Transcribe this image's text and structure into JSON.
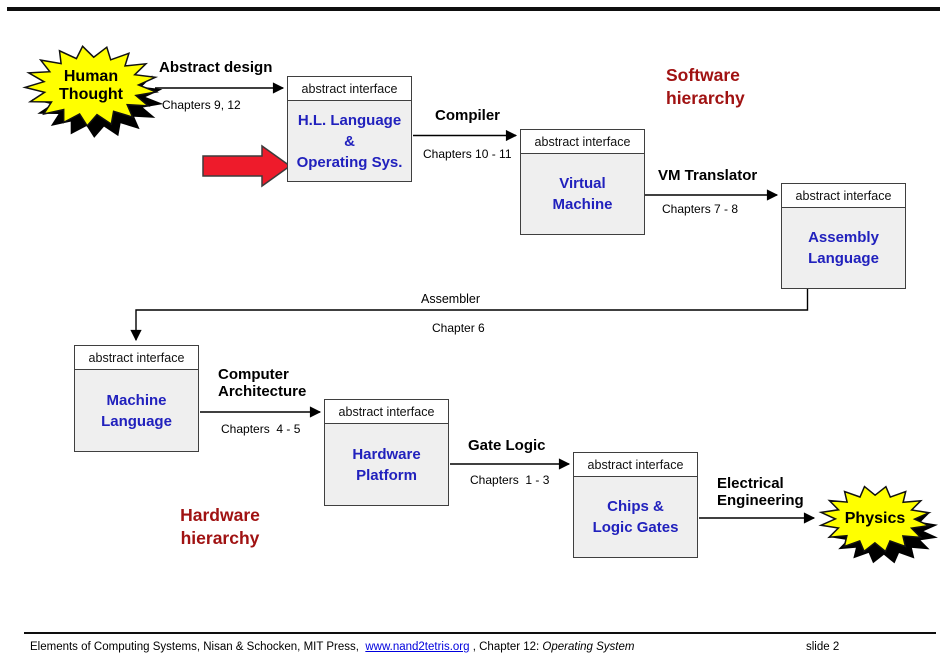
{
  "stars": {
    "human_thought": {
      "label": "Human\nThought"
    },
    "physics": {
      "label": "Physics"
    }
  },
  "hierarchy_labels": {
    "software": "Software\nhierarchy",
    "hardware": "Hardware\nhierarchy"
  },
  "boxes": [
    {
      "header": "abstract interface",
      "title": "H.L. Language\n&\nOperating Sys."
    },
    {
      "header": "abstract interface",
      "title": "Virtual\nMachine"
    },
    {
      "header": "abstract interface",
      "title": "Assembly\nLanguage"
    },
    {
      "header": "abstract interface",
      "title": "Machine\nLanguage"
    },
    {
      "header": "abstract interface",
      "title": "Hardware\nPlatform"
    },
    {
      "header": "abstract interface",
      "title": "Chips &\nLogic Gates"
    }
  ],
  "transitions": [
    {
      "label": "Abstract design",
      "chapters": "Chapters 9, 12"
    },
    {
      "label": "Compiler",
      "chapters": "Chapters 10 - 11"
    },
    {
      "label": "VM Translator",
      "chapters": "Chapters 7 - 8"
    },
    {
      "label": "Assembler",
      "chapters": "Chapter 6"
    },
    {
      "label": "Computer\nArchitecture",
      "chapters": "Chapters  4 - 5"
    },
    {
      "label": "Gate Logic",
      "chapters": "Chapters  1 - 3"
    },
    {
      "label": "Electrical\nEngineering",
      "chapters": ""
    }
  ],
  "footer": {
    "text_before_link": "Elements of Computing Systems, Nisan & Schocken, MIT Press,  ",
    "link": "www.nand2tetris.org",
    "text_after_link": " , Chapter 12: ",
    "italic": "Operating System",
    "slide": "slide 2"
  },
  "colors": {
    "accent_blue": "#2121bd",
    "dark_red": "#a01212",
    "star_yellow": "#ffff00",
    "arrow_red": "#ee1b2b",
    "box_fill": "#efefef",
    "link_blue": "#0000dd"
  }
}
